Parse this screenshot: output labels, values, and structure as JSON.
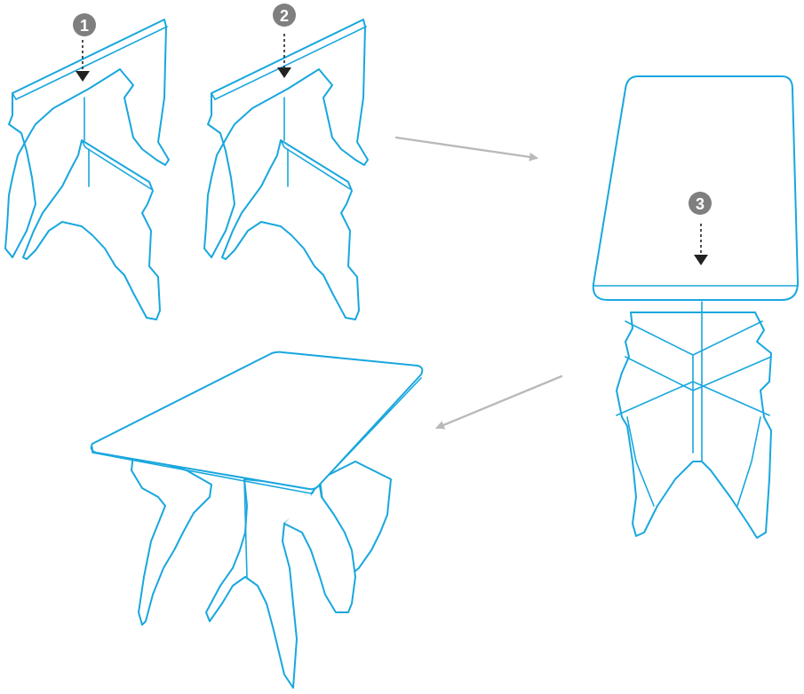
{
  "colors": {
    "line": "#19a7de",
    "badge": "#7f7f7f",
    "flow_arrow": "#b9b9b9",
    "drop_arrow": "#222222"
  },
  "steps": [
    {
      "number": "1",
      "icon": "down-arrow-icon"
    },
    {
      "number": "2",
      "icon": "down-arrow-icon"
    },
    {
      "number": "3",
      "icon": "down-arrow-icon"
    }
  ]
}
